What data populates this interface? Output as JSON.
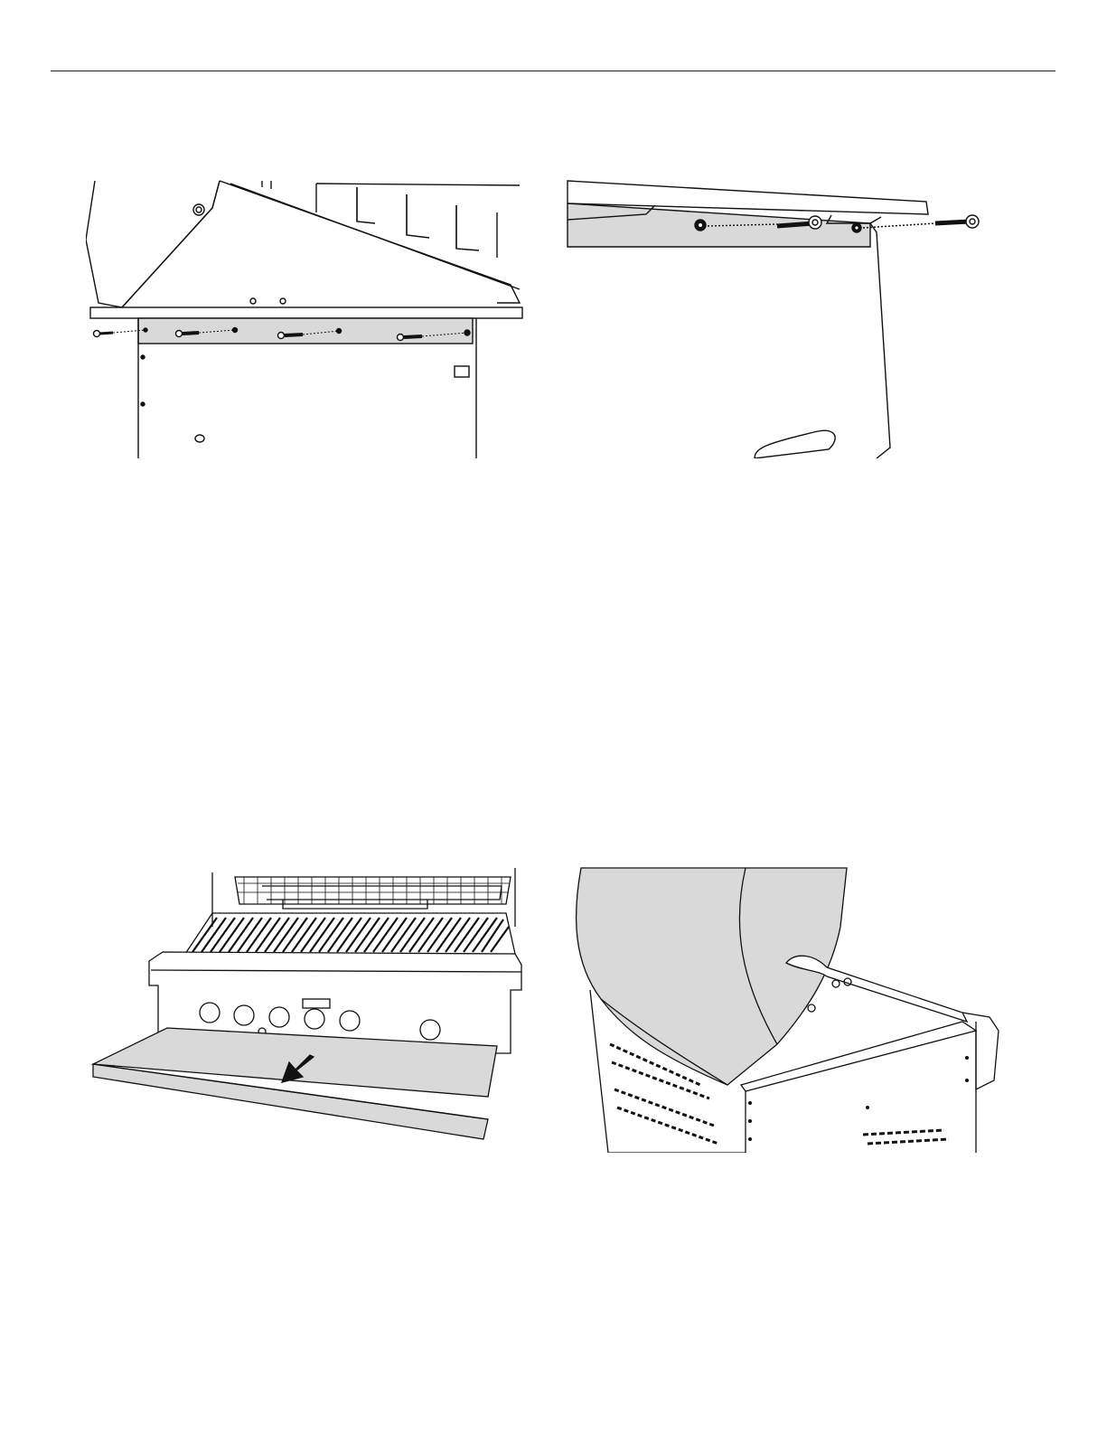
{
  "page": {
    "rule_color": "#222222",
    "panel_gray": "#d9d9d9",
    "line_color": "#111111"
  },
  "figures": [
    {
      "id": "fig1",
      "icon": "rear-panel-screws-illustration"
    },
    {
      "id": "fig2",
      "icon": "side-panel-screw-detail-illustration"
    },
    {
      "id": "fig3",
      "icon": "grease-tray-removal-illustration"
    },
    {
      "id": "fig4",
      "icon": "grill-hood-side-view-illustration"
    }
  ]
}
